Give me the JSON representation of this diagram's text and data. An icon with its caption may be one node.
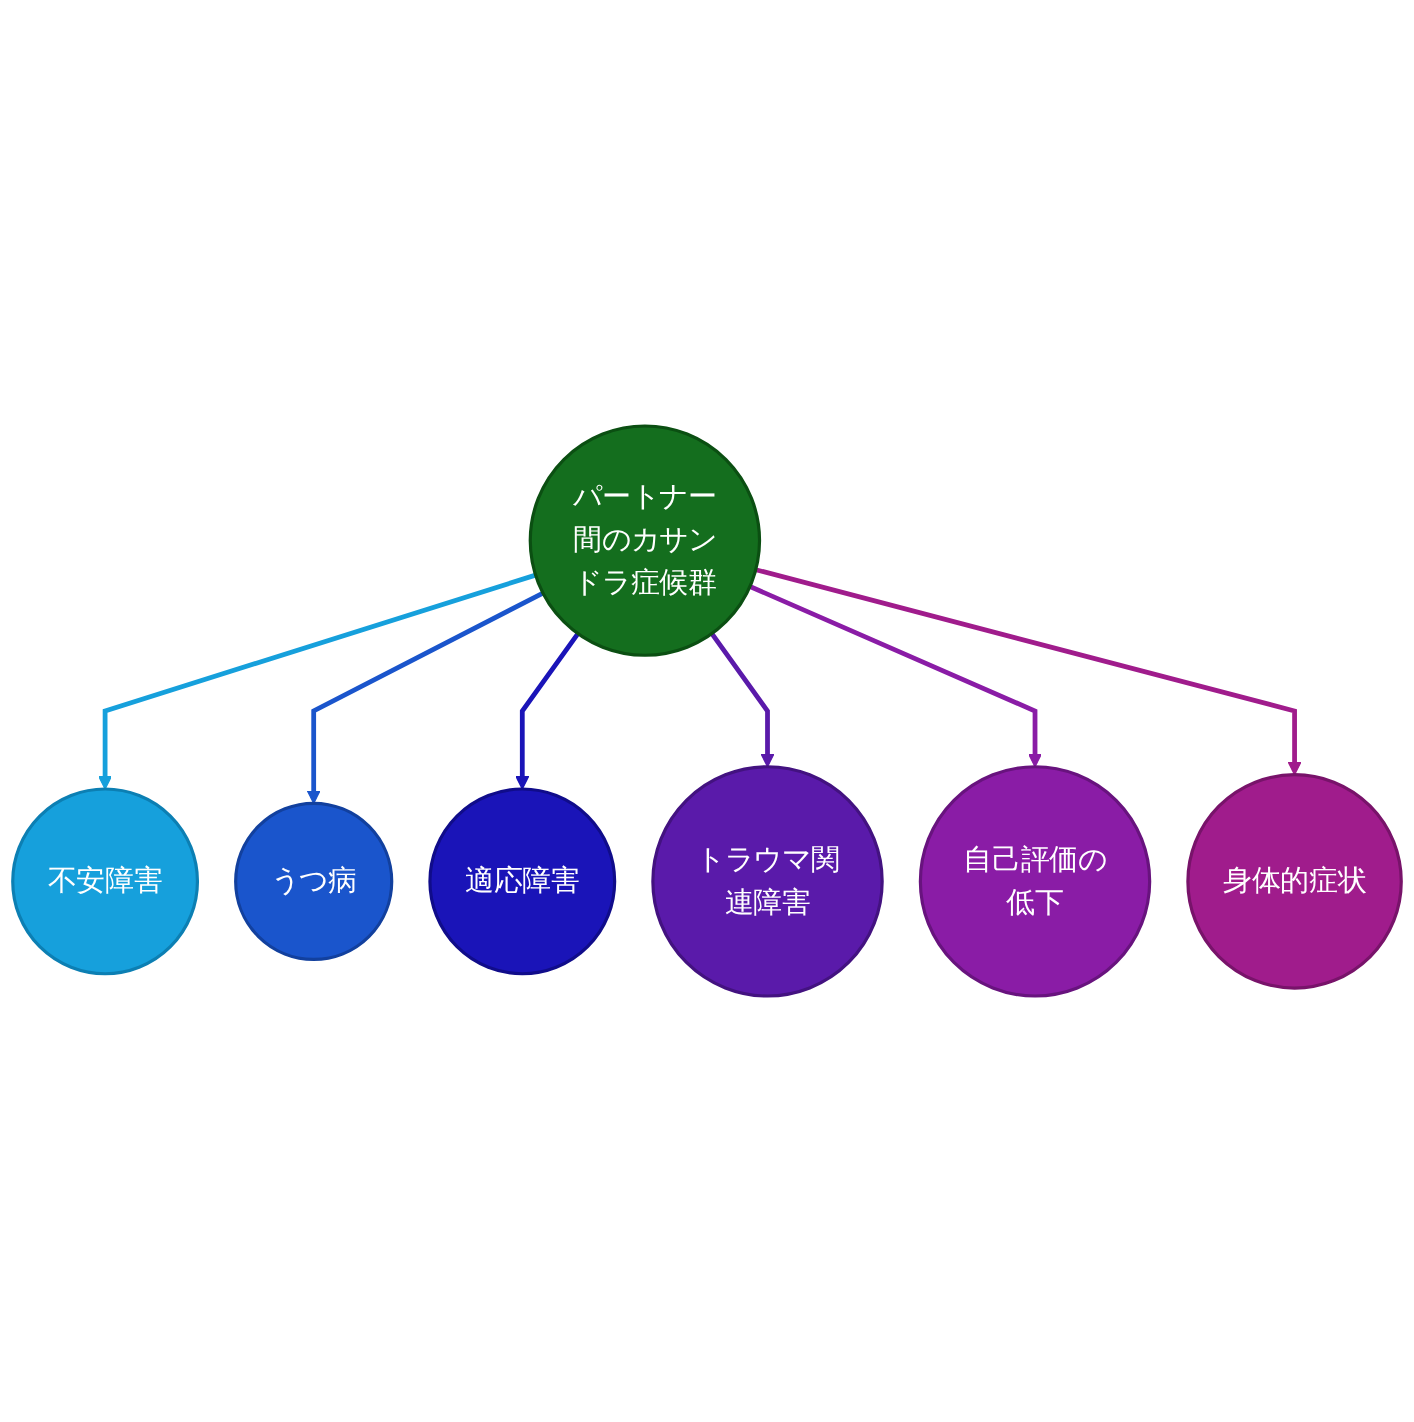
{
  "diagram": {
    "nodes": [
      {
        "text": [
          "パートナー間のカサンドラ症候群"
        ]
      },
      {
        "text": [
          "不安障害"
        ]
      },
      {
        "text": [
          "うつ病"
        ]
      },
      {
        "text": [
          "適応障害"
        ]
      },
      {
        "text": [
          "トラウマ関連障害"
        ]
      },
      {
        "text": [
          "自己評価の低下"
        ]
      },
      {
        "text": [
          "身体的症状"
        ]
      }
    ],
    "edges": [
      {
        "from": 0,
        "to": 1,
        "arrow": "to",
        "color": "#16a0dc"
      },
      {
        "from": 0,
        "to": 2,
        "arrow": "to",
        "color": "#1a55cc"
      },
      {
        "from": 0,
        "to": 3,
        "arrow": "to",
        "color": "#1a14b8"
      },
      {
        "from": 0,
        "to": 4,
        "arrow": "to",
        "color": "#5a1aaa"
      },
      {
        "from": 0,
        "to": 5,
        "arrow": "to",
        "color": "#8a1ca6"
      },
      {
        "from": 0,
        "to": 6,
        "arrow": "to",
        "color": "#a01c8c"
      }
    ]
  }
}
